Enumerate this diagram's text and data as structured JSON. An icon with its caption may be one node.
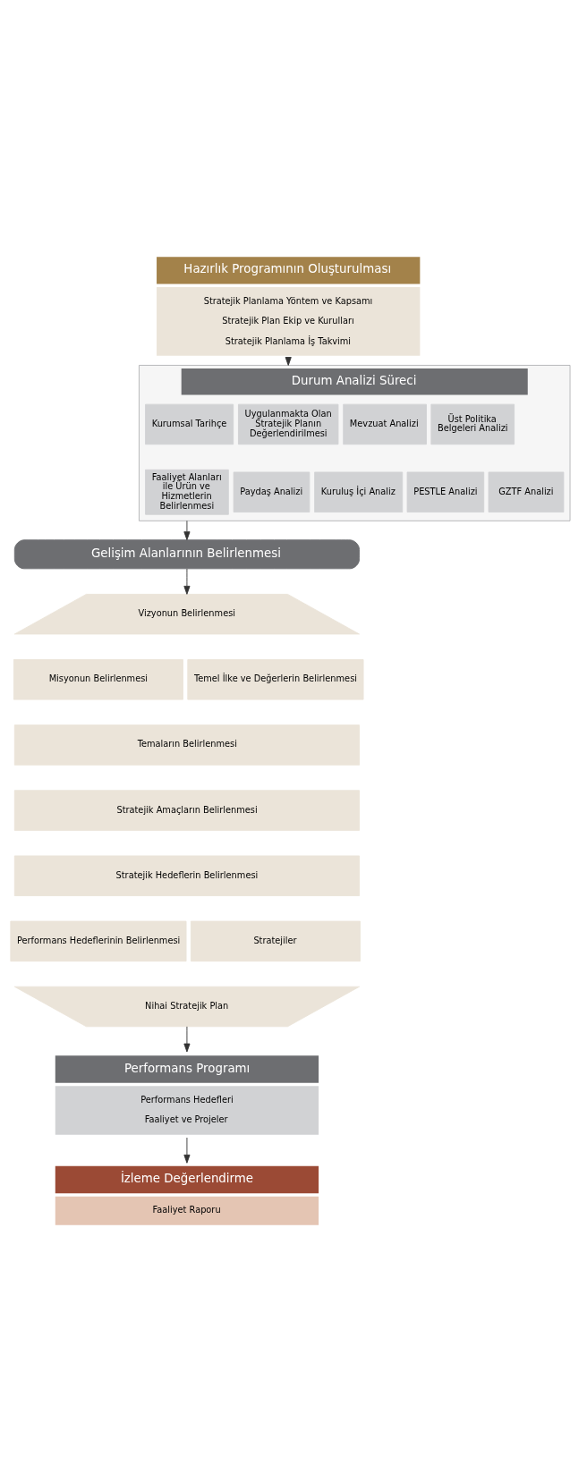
{
  "diagram": {
    "nodes": [
      {
        "text": [
          "Hazırlık Programının Oluşturulması",
          "Stratejik Planlama Yöntem ve Kapsamı",
          "Stratejik Plan Ekip ve Kurulları",
          "Stratejik Planlama İş Takvimi"
        ]
      },
      {
        "text": [
          "Durum Analizi Süreci"
        ]
      },
      {
        "text": [
          "Kurumsal Tarihçe"
        ],
        "in": 1
      },
      {
        "text": [
          "Uygulanmakta Olan Stratejik Planın Değerlendirilmesi"
        ],
        "in": 1
      },
      {
        "text": [
          "Mevzuat Analizi"
        ],
        "in": 1
      },
      {
        "text": [
          "Üst Politika Belgeleri Analizi"
        ],
        "in": 1
      },
      {
        "text": [
          "Faaliyet Alanları ile Ürün ve Hizmetlerin Belirlenmesi"
        ],
        "in": 1
      },
      {
        "text": [
          "Paydaş Analizi"
        ],
        "in": 1
      },
      {
        "text": [
          "Kuruluş İçi Analiz"
        ],
        "in": 1
      },
      {
        "text": [
          "PESTLE Analizi"
        ],
        "in": 1
      },
      {
        "text": [
          "GZTF Analizi"
        ],
        "in": 1
      },
      {
        "text": [
          "Gelişim Alanlarının Belirlenmesi"
        ]
      },
      {
        "text": [
          "Vizyonun Belirlenmesi"
        ]
      },
      {
        "text": [
          "Misyonun Belirlenmesi"
        ]
      },
      {
        "text": [
          "Temel İlke ve Değerlerin Belirlenmesi"
        ]
      },
      {
        "text": [
          "Temaların Belirlenmesi"
        ]
      },
      {
        "text": [
          "Stratejik Amaçların Belirlenmesi"
        ]
      },
      {
        "text": [
          "Stratejik Hedeflerin Belirlenmesi"
        ]
      },
      {
        "text": [
          "Performans Hedeflerinin Belirlenmesi"
        ]
      },
      {
        "text": [
          "Stratejiler"
        ]
      },
      {
        "text": [
          "Nihai Stratejik Plan"
        ]
      },
      {
        "text": [
          "Performans Programı",
          "Performans Hedefleri",
          "Faaliyet ve Projeler"
        ]
      },
      {
        "text": [
          "İzleme Değerlendirme",
          "Faaliyet Raporu"
        ]
      }
    ],
    "edges": [
      {
        "from": 0,
        "to": 1,
        "arrow": "to"
      },
      {
        "from": 1,
        "to": 11,
        "arrow": "to"
      },
      {
        "from": 11,
        "to": 12,
        "arrow": "to"
      },
      {
        "from": 20,
        "to": 21,
        "arrow": "to"
      },
      {
        "from": 21,
        "to": 22,
        "arrow": "to"
      }
    ]
  }
}
